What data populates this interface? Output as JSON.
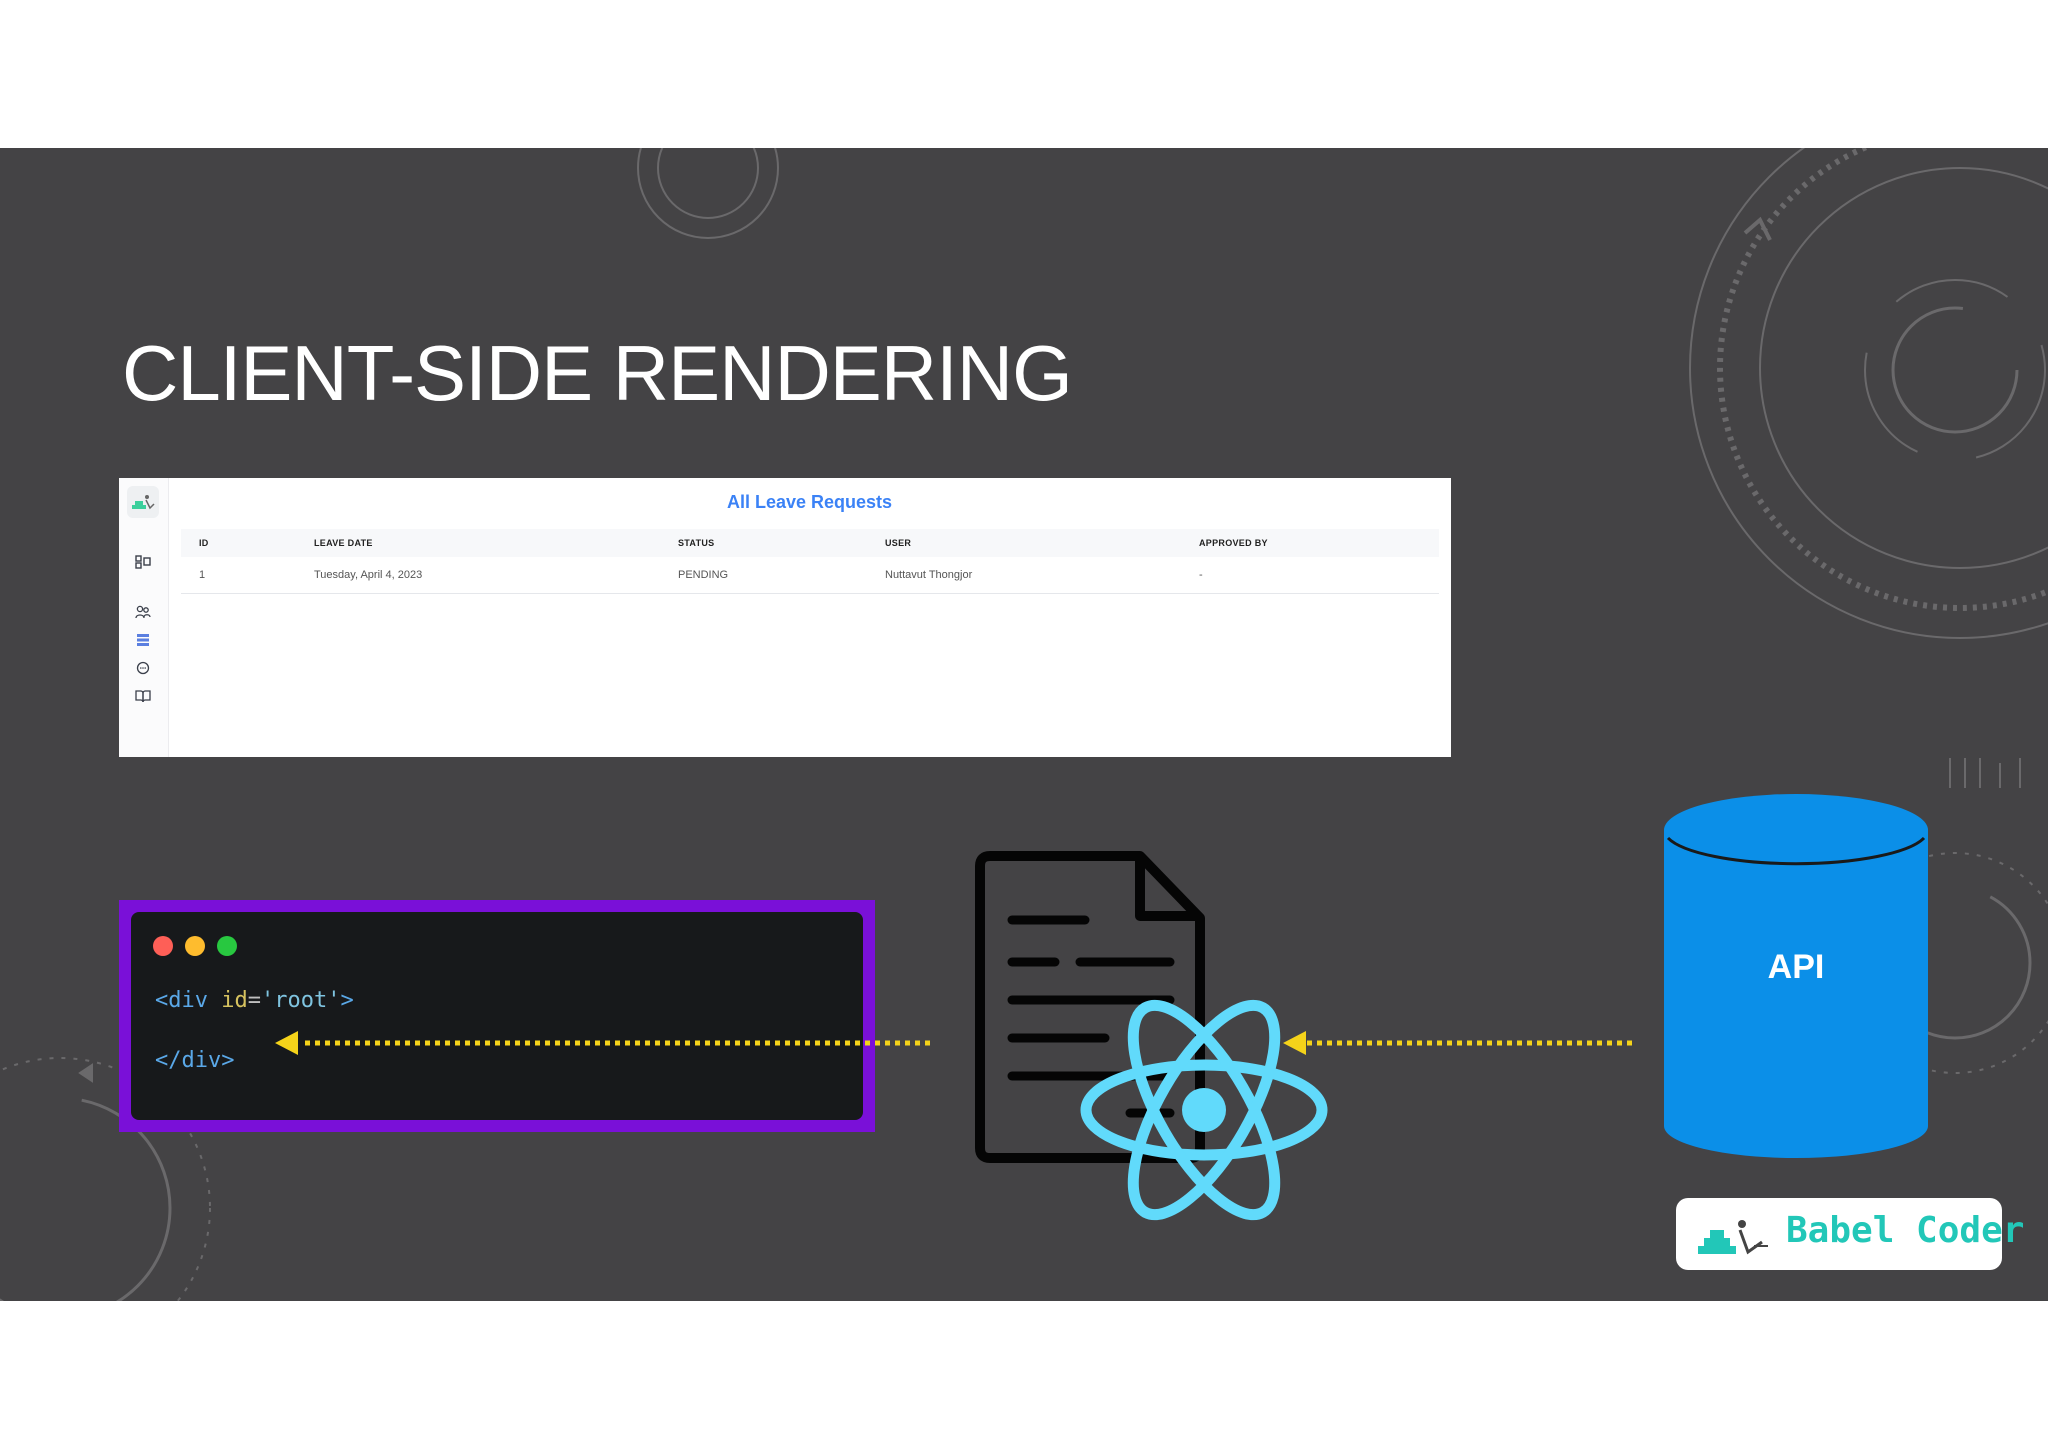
{
  "slide": {
    "title": "CLIENT-SIDE RENDERING",
    "background_color": "#444345"
  },
  "app_screenshot": {
    "heading": "All Leave Requests",
    "sidebar_icons": [
      "app-logo",
      "dashboard-icon",
      "users-icon",
      "list-icon",
      "chat-icon",
      "book-icon"
    ],
    "table": {
      "columns": [
        "ID",
        "LEAVE DATE",
        "STATUS",
        "USER",
        "APPROVED BY"
      ],
      "rows": [
        [
          "1",
          "Tuesday, April 4, 2023",
          "PENDING",
          "Nuttavut Thongjor",
          "-"
        ]
      ]
    }
  },
  "code_window": {
    "line1": {
      "open": "<div",
      "attr": "id",
      "eq": "=",
      "value": "'root'",
      "close": ">"
    },
    "line2": "</div>",
    "dots": [
      "#fe5f57",
      "#febc2e",
      "#28c840"
    ]
  },
  "diagram": {
    "api_label": "API",
    "api_color": "#0b8fe8",
    "arrow_color": "#f5d31a",
    "react_color": "#61dafb",
    "document_icon": "document-icon",
    "react_icon": "react-logo-icon"
  },
  "brand": {
    "name": "Babel Coder",
    "color": "#22c7b8"
  }
}
